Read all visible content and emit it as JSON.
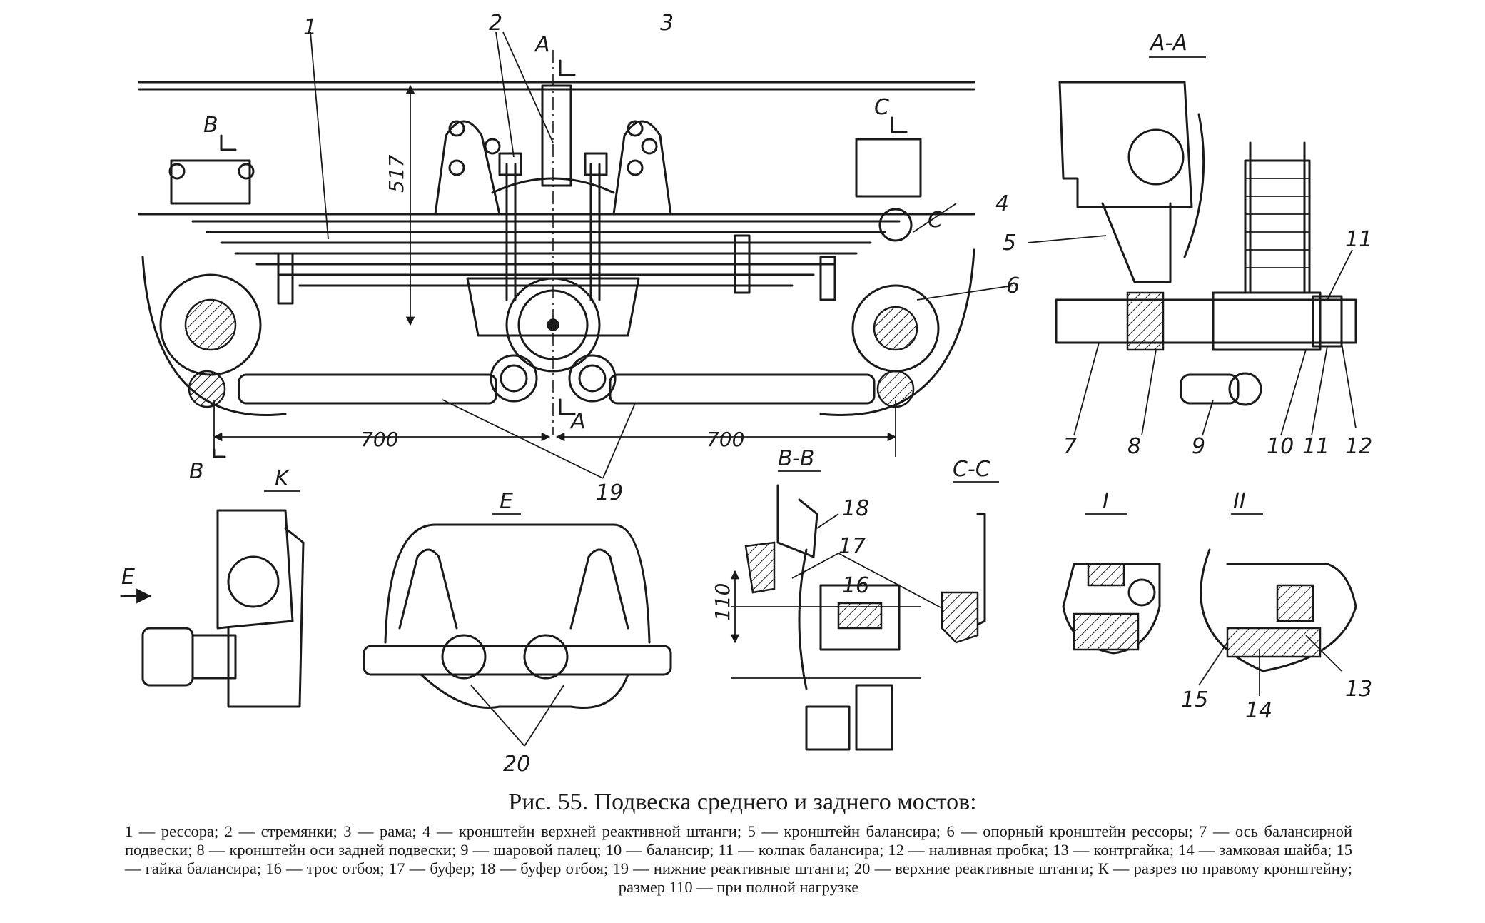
{
  "figure": {
    "caption": "Рис. 55. Подвеска среднего и заднего мостов:",
    "legend": "1 — рессора; 2 — стремянки; 3 — рама; 4 — кронштейн верхней реактивной штанги; 5 — кронштейн балансира; 6 — опорный кронштейн рессоры; 7 — ось балансирной подвески; 8 — кронштейн оси задней подвески; 9 — шаровой палец; 10 — балансир; 11 — колпак балансира; 12 — наливная пробка; 13 — контргайка; 14 — замковая шайба; 15 — гайка балансира; 16 — трос отбоя; 17 — буфер; 18 — буфер отбоя; 19 — нижние реактивные штанги; 20 — верхние реактивные штанги; К — разрез по правому кронштейну; размер 110 — при полной нагрузке"
  },
  "labels": {
    "n1": "1",
    "n2": "2",
    "n3": "3",
    "n4": "4",
    "n5": "5",
    "n6": "6",
    "n7": "7",
    "n8": "8",
    "n9": "9",
    "n10": "10",
    "n11a": "11",
    "n11b": "11",
    "n12": "12",
    "n13": "13",
    "n14": "14",
    "n15": "15",
    "n16": "16",
    "n17": "17",
    "n18": "18",
    "n19": "19",
    "n20": "20"
  },
  "section_marks": {
    "a_top": "A",
    "a_bottom": "A",
    "b_top": "B",
    "b_bottom": "B",
    "c_top": "C",
    "c_bottom": "C",
    "e_arrow": "E"
  },
  "view_titles": {
    "aa": "A-A",
    "k": "K",
    "e": "E",
    "bb": "B-B",
    "cc": "C-C",
    "i": "I",
    "ii": "II"
  },
  "dimensions": {
    "height_517": "517",
    "left_700": "700",
    "right_700": "700",
    "gap_110": "110"
  }
}
